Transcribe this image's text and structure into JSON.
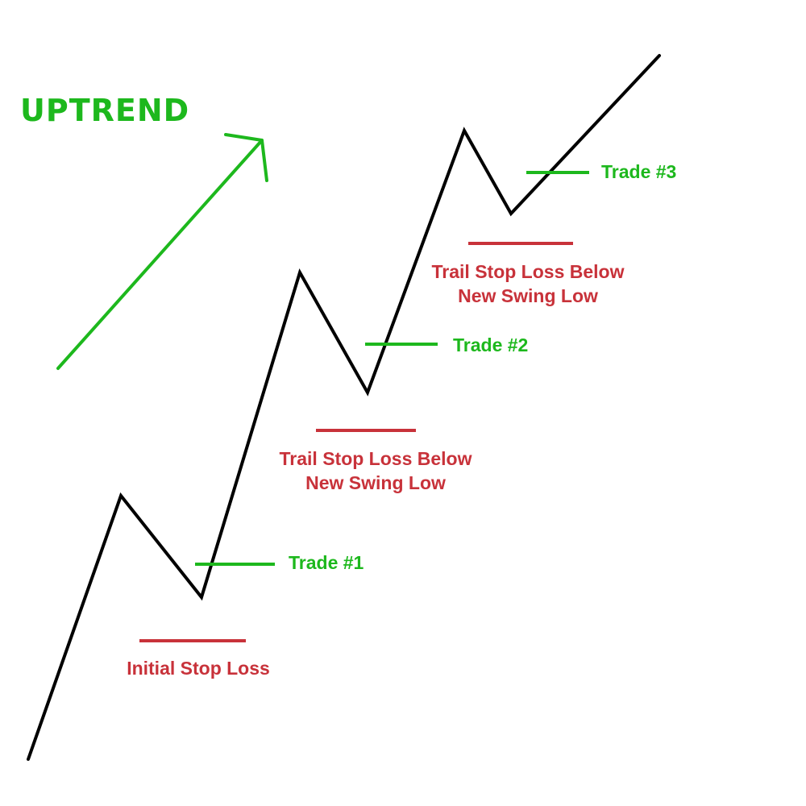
{
  "title": "UPTREND",
  "colors": {
    "trend": "#1db81d",
    "stop": "#c8323a",
    "price": "#000000"
  },
  "trades": [
    {
      "label": "Trade #1"
    },
    {
      "label": "Trade #2"
    },
    {
      "label": "Trade #3"
    }
  ],
  "stops": [
    {
      "line1": "Initial Stop Loss",
      "line2": ""
    },
    {
      "line1": "Trail Stop Loss Below",
      "line2": "New Swing Low"
    },
    {
      "line1": "Trail Stop Loss Below",
      "line2": "New Swing Low"
    }
  ]
}
